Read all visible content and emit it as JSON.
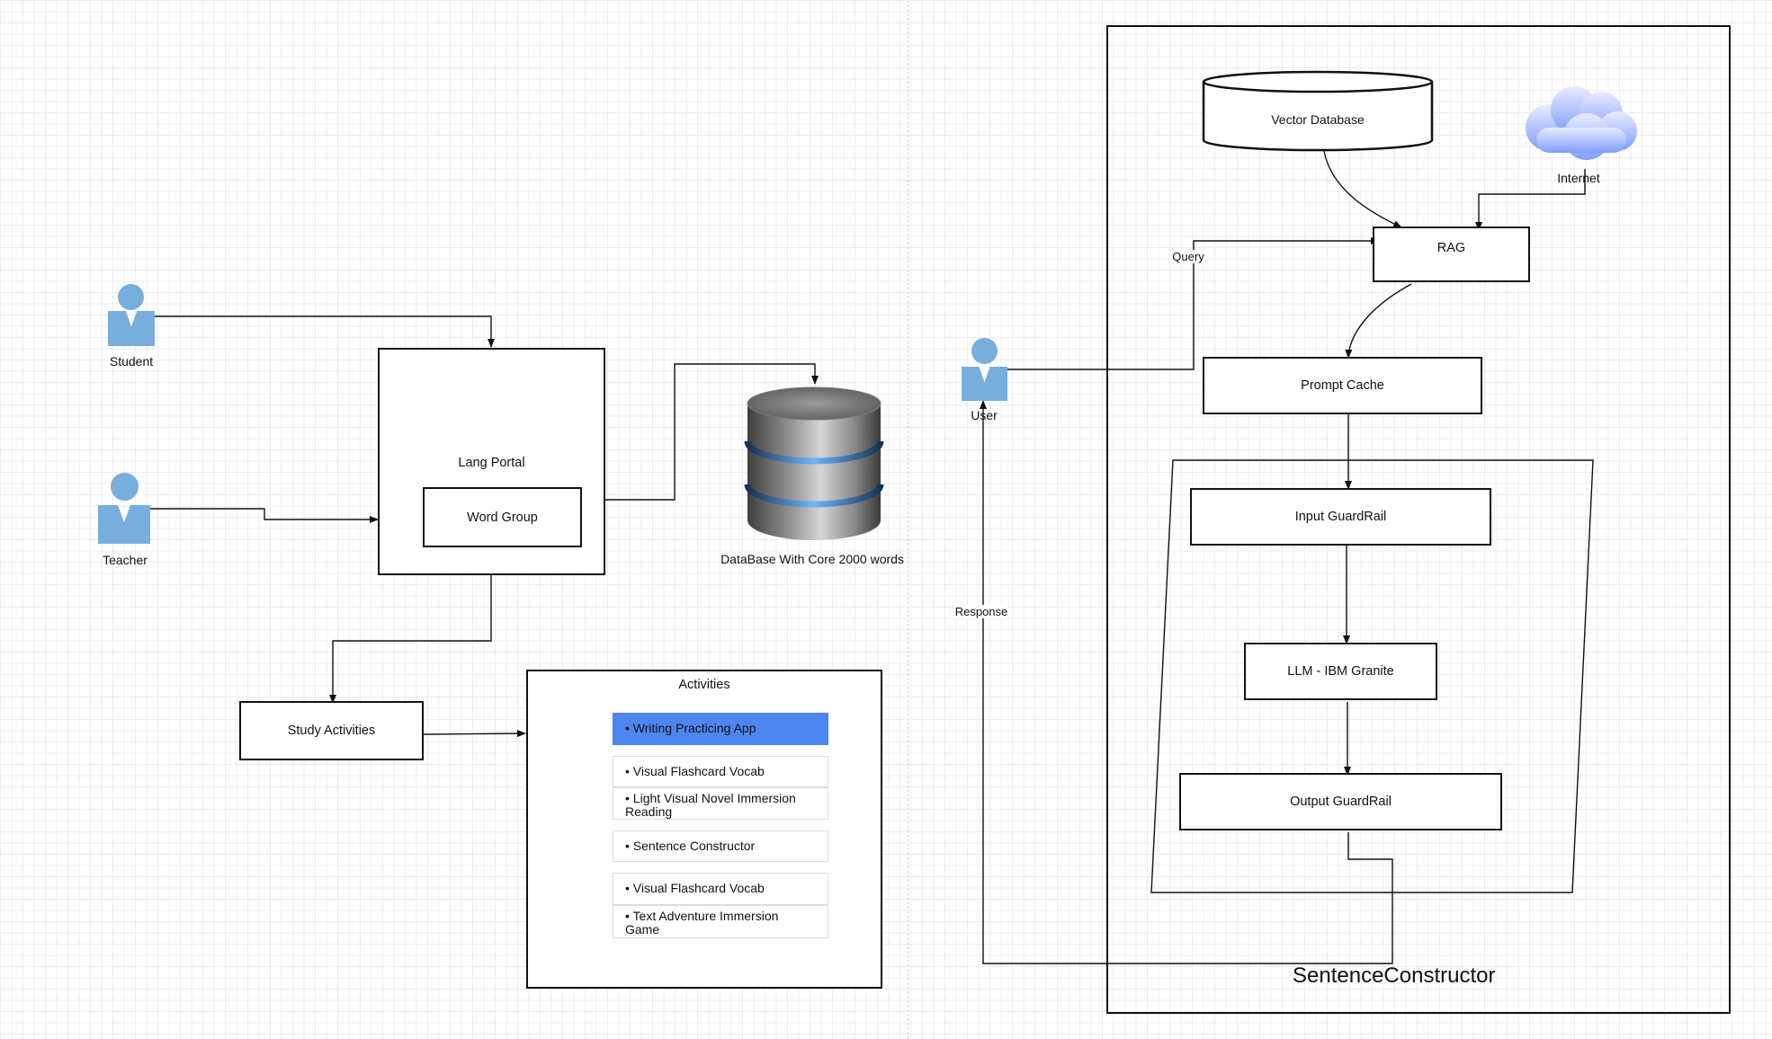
{
  "actors": {
    "student": "Student",
    "teacher": "Teacher",
    "user": "User"
  },
  "left": {
    "lang_portal": "Lang Portal",
    "word_group": "Word Group",
    "database_label": "DataBase With Core 2000 words",
    "study_activities": "Study Activities",
    "activities": {
      "title": "Activities",
      "items": [
        "• Writing Practicing App",
        "• Visual Flashcard Vocab",
        "• Light Visual Novel Immersion Reading",
        "• Sentence Constructor",
        "• Visual Flashcard Vocab",
        "• Text Adventure Immersion Game"
      ]
    }
  },
  "right": {
    "container_title": "SentenceConstructor",
    "vector_database": "Vector Database",
    "internet": "Internet",
    "rag": "RAG",
    "prompt_cache": "Prompt Cache",
    "input_guardrail": "Input GuardRail",
    "llm": "LLM - IBM Granite",
    "output_guardrail": "Output GuardRail",
    "query_label": "Query",
    "response_label": "Response"
  },
  "colors": {
    "actor": "#77aedc",
    "highlight": "#4e86f0",
    "stroke": "#111111",
    "grid": "#ececec"
  },
  "icons": {
    "database": "database-cylinder-icon",
    "internet": "cloud-icon",
    "actor": "person-icon"
  }
}
